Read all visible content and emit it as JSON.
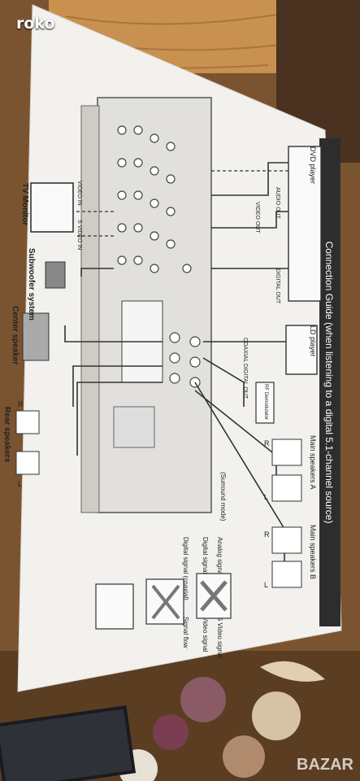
{
  "photo": {
    "user_tag": "roko",
    "watermark": "BAZAR"
  },
  "sheet": {
    "title": "Connection Guide (when listening to a digital 5.1-channel source)",
    "devices": {
      "dvd_player": "DVD player",
      "ld_player": "LD player",
      "tv_monitor": "TV Monitor",
      "subwoofer": "Subwoofer system",
      "center_speaker": "Center speaker",
      "rear_speakers": "Rear speakers",
      "main_a": "Main speakers A",
      "main_b": "Main speakers B"
    },
    "jack_labels": {
      "video_in": "VIDEO IN",
      "s_video_in": "S VIDEO IN",
      "audio_out": "AUDIO OUT",
      "video_out": "VIDEO OUT",
      "digital_out": "DIGITAL OUT",
      "coaxial": "COAXIAL DIGITAL OUT",
      "rf_demod": "RF Demodulator"
    },
    "side": {
      "l": "L",
      "r": "R"
    },
    "legend": {
      "analog": "Analog signal",
      "digital_optical": "Digital signal (optical)",
      "digital_coaxial": "Digital signal (coaxial)",
      "s_video": "S Video signal",
      "video": "Video signal",
      "flow": "Signal flow",
      "surround_mode": "(Surround mode)"
    }
  }
}
